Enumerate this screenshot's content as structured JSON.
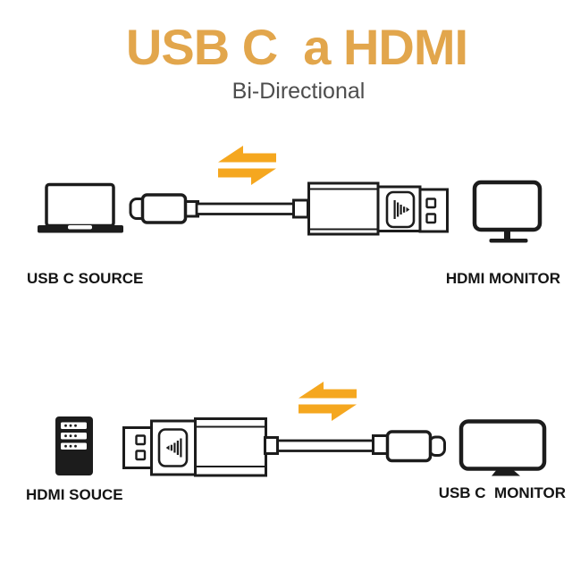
{
  "header": {
    "title": "USB C  a HDMI",
    "subtitle": "Bi-Directional"
  },
  "colors": {
    "title_gold": "#E2A64C",
    "arrow_orange": "#F5A71F",
    "icon_line": "#1C1C1C",
    "subtitle_gray": "#4D4D4D",
    "background": "#FFFFFF"
  },
  "diagram_top": {
    "source_label": "USB C SOURCE",
    "monitor_label": "HDMI MONITOR",
    "icons": {
      "source_device": "laptop-icon",
      "direction": "bidirectional-arrows-icon",
      "source_connector": "usb-c-plug-icon",
      "adapter": "usbc-to-hdmi-adapter-icon",
      "display_connector": "hdmi-plug-icon",
      "display": "hdmi-monitor-icon"
    }
  },
  "diagram_bottom": {
    "source_label": "HDMI SOUCE",
    "monitor_label": "USB C  MONITOR",
    "icons": {
      "source_device": "desktop-tower-icon",
      "direction": "bidirectional-arrows-icon",
      "source_connector": "hdmi-plug-icon",
      "adapter": "hdmi-to-usbc-adapter-icon",
      "display_connector": "usb-c-plug-icon",
      "display": "usbc-monitor-icon"
    }
  }
}
